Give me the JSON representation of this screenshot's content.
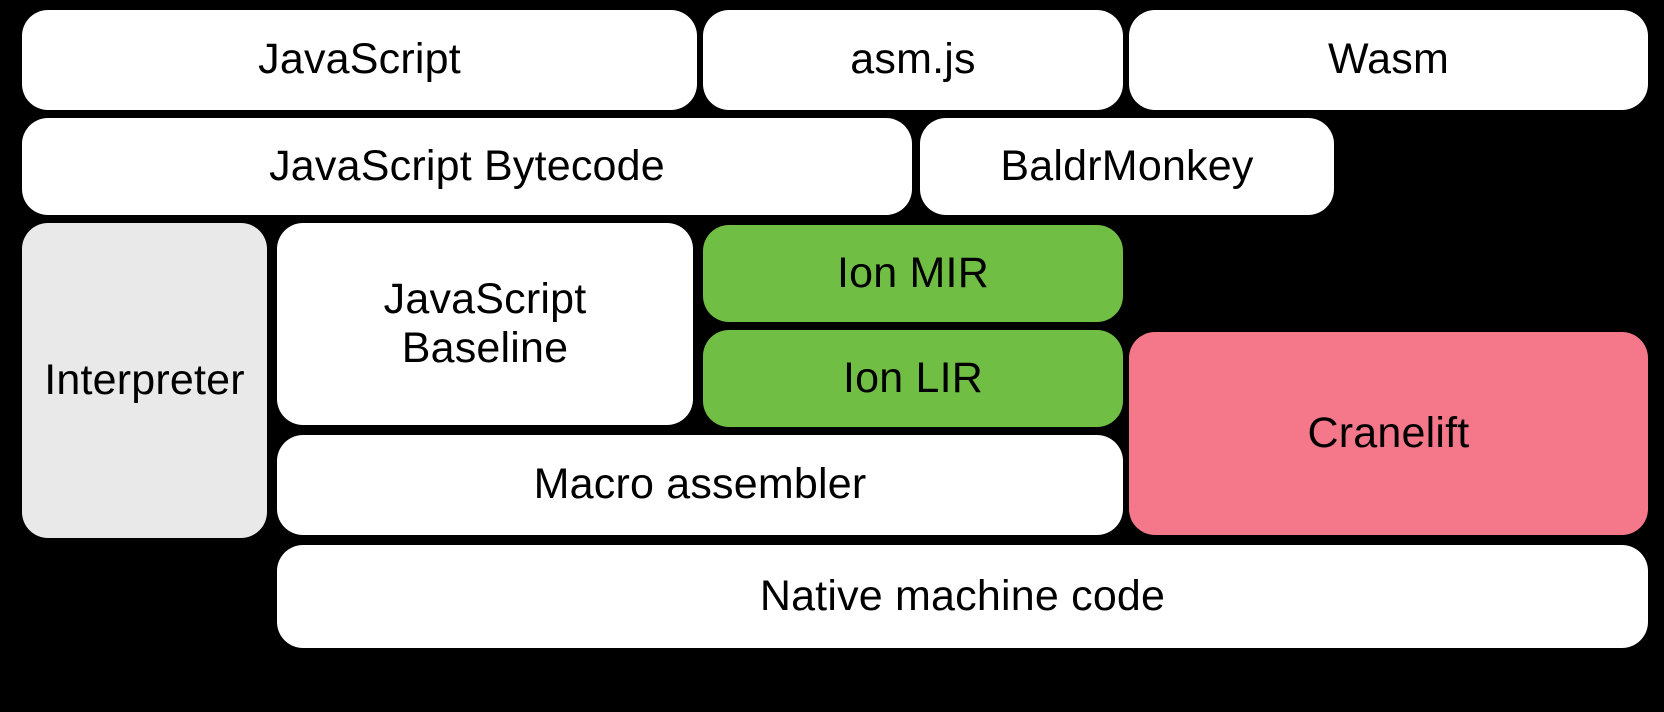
{
  "diagram": {
    "title": "SpiderMonkey compilation pipeline",
    "background_color": "#000000",
    "palette": {
      "white": "#ffffff",
      "gray": "#e9e9e9",
      "green": "#70bf44",
      "pink": "#f4788a",
      "text": "#000000"
    },
    "rows": [
      {
        "name": "source-languages",
        "nodes": [
          {
            "key": "javascript",
            "label": "JavaScript",
            "fill": "white"
          },
          {
            "key": "asmjs",
            "label": "asm.js",
            "fill": "white"
          },
          {
            "key": "wasm",
            "label": "Wasm",
            "fill": "white"
          }
        ]
      },
      {
        "name": "front-end-representations",
        "nodes": [
          {
            "key": "js_bytecode",
            "label": "JavaScript Bytecode",
            "fill": "white"
          },
          {
            "key": "baldrmonkey",
            "label": "BaldrMonkey",
            "fill": "white"
          }
        ]
      },
      {
        "name": "execution-tiers",
        "nodes": [
          {
            "key": "interpreter",
            "label": "Interpreter",
            "fill": "gray"
          },
          {
            "key": "js_baseline",
            "label": "JavaScript\nBaseline",
            "fill": "white"
          },
          {
            "key": "ion_mir",
            "label": "Ion MIR",
            "fill": "green"
          },
          {
            "key": "ion_lir",
            "label": "Ion LIR",
            "fill": "green"
          },
          {
            "key": "cranelift",
            "label": "Cranelift",
            "fill": "pink"
          }
        ]
      },
      {
        "name": "code-emission",
        "nodes": [
          {
            "key": "macro_assembler",
            "label": "Macro assembler",
            "fill": "white"
          }
        ]
      },
      {
        "name": "output",
        "nodes": [
          {
            "key": "native_code",
            "label": "Native machine code",
            "fill": "white"
          }
        ]
      }
    ],
    "labels": {
      "javascript": "JavaScript",
      "asmjs": "asm.js",
      "wasm": "Wasm",
      "js_bytecode": "JavaScript Bytecode",
      "baldrmonkey": "BaldrMonkey",
      "interpreter": "Interpreter",
      "js_baseline": "JavaScript\nBaseline",
      "ion_mir": "Ion MIR",
      "ion_lir": "Ion LIR",
      "cranelift": "Cranelift",
      "macro_assembler": "Macro assembler",
      "native_code": "Native machine code"
    }
  }
}
